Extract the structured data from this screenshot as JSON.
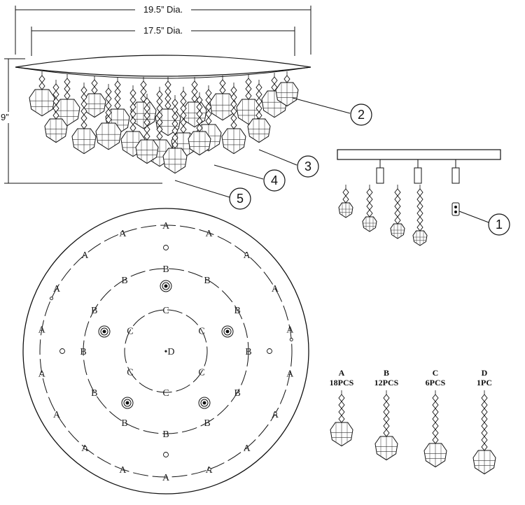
{
  "dimensions": {
    "outer_diameter": "19.5” Dia.",
    "inner_diameter": "17.5” Dia.",
    "height": "9”"
  },
  "callouts": [
    "1",
    "2",
    "3",
    "4",
    "5"
  ],
  "ring_labels": {
    "outer": "A",
    "middle": "B",
    "inner": "C",
    "center": "D"
  },
  "legend": [
    {
      "code": "A",
      "qty": "18PCS"
    },
    {
      "code": "B",
      "qty": "12PCS"
    },
    {
      "code": "C",
      "qty": "6PCS"
    },
    {
      "code": "D",
      "qty": "1PC"
    }
  ]
}
